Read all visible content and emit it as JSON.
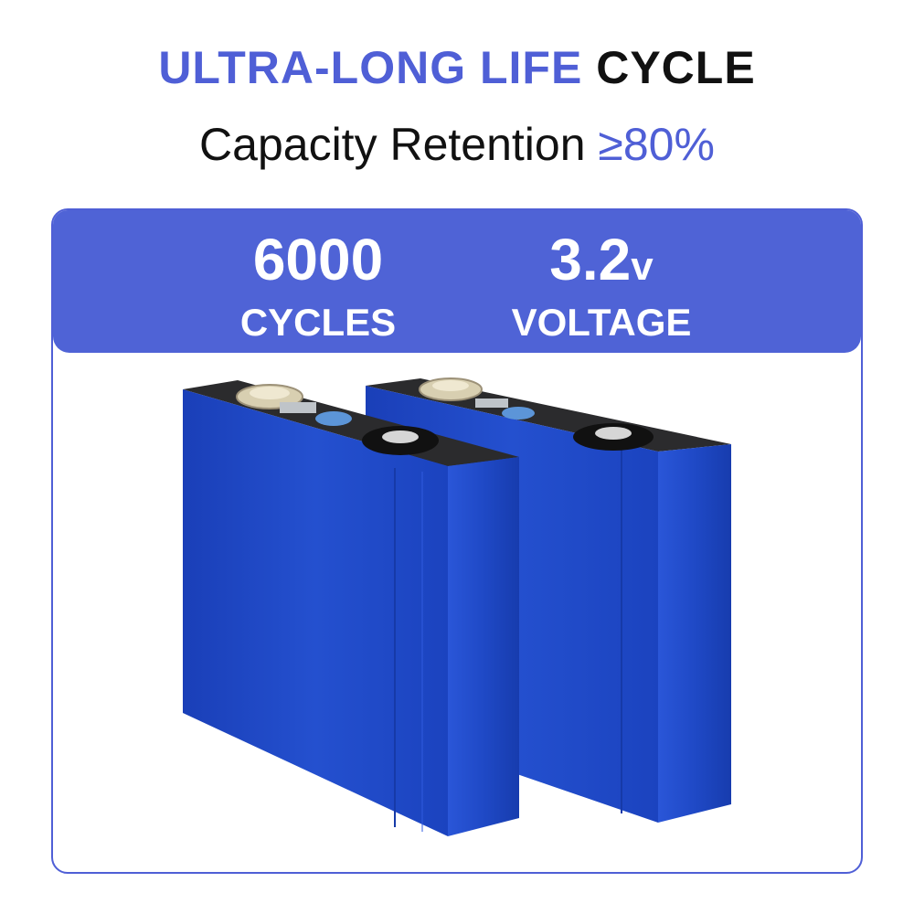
{
  "header": {
    "title_accent": "ULTRA-LONG LIFE",
    "title_dark": "CYCLE",
    "subtitle_text": "Capacity Retention",
    "subtitle_value": "≥80%"
  },
  "stats": [
    {
      "value": "6000",
      "unit": "",
      "label": "CYCLES"
    },
    {
      "value": "3.2",
      "unit": "v",
      "label": "VOLTAGE"
    }
  ],
  "colors": {
    "accent": "#4f5fd6",
    "band": "#4f63d6",
    "cell_blue": "#1f47c4",
    "cell_top": "#2b2b2d"
  }
}
